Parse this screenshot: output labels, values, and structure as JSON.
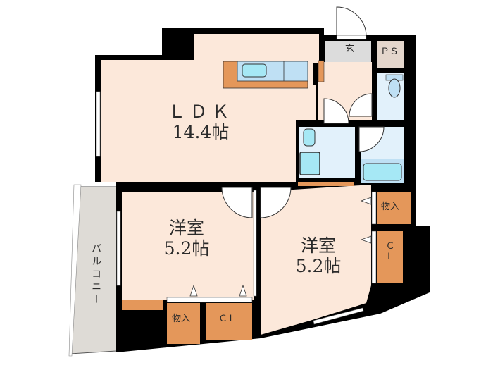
{
  "plan": {
    "colors": {
      "wall": "#000000",
      "room": "#fce8da",
      "wet": "#e2f1fb",
      "fixture": "#a6e8f5",
      "storage": "#e4975a",
      "entrance": "#dcdcdc",
      "ps": "#e4d6cc",
      "balcony": "#dedbd6"
    },
    "rooms": [
      {
        "id": "ldk",
        "name": "ＬＤＫ",
        "size": "14.4帖"
      },
      {
        "id": "western1",
        "name": "洋室",
        "size": "5.2帖"
      },
      {
        "id": "western2",
        "name": "洋室",
        "size": "5.2帖"
      }
    ],
    "labels": {
      "entrance": "玄",
      "ps": "ＰＳ",
      "storage1": "物入",
      "closet1": "ＣＬ",
      "storage2": "物入",
      "closet2": "ＣＬ",
      "balcony": "バルコニー"
    }
  }
}
